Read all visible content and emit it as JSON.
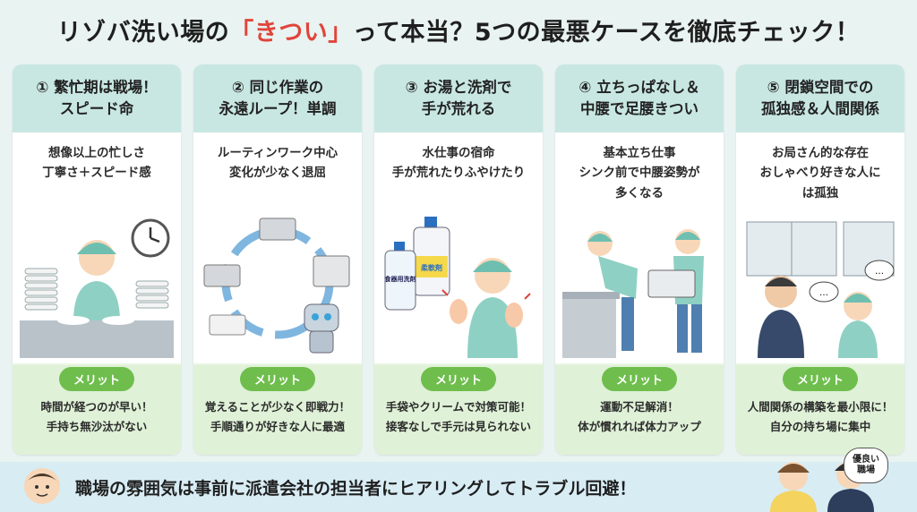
{
  "title": {
    "pre": "リゾバ洗い場の",
    "accent": "「きつい」",
    "post": "って本当？5つの最悪ケースを徹底チェック！"
  },
  "cards": [
    {
      "head": [
        "① 繁忙期は戦場！",
        "スピード命"
      ],
      "desc": [
        "想像以上の忙しさ",
        "丁寧さ＋スピード感"
      ],
      "merit_label": "メリット",
      "merit": [
        "時間が経つのが早い！",
        "手持ち無沙汰がない"
      ]
    },
    {
      "head": [
        "② 同じ作業の",
        "永遠ループ！単調"
      ],
      "desc": [
        "ルーティンワーク中心",
        "変化が少なく退屈"
      ],
      "merit_label": "メリット",
      "merit": [
        "覚えることが少なく即戦力！",
        "手順通りが好きな人に最適"
      ]
    },
    {
      "head": [
        "③ お湯と洗剤で",
        "手が荒れる"
      ],
      "desc": [
        "水仕事の宿命",
        "手が荒れたりふやけたり"
      ],
      "labels": [
        "柔軟剤",
        "食器用洗剤"
      ],
      "merit_label": "メリット",
      "merit": [
        "手袋やクリームで対策可能！",
        "接客なしで手元は見られない"
      ]
    },
    {
      "head": [
        "④ 立ちっぱなし＆",
        "中腰で足腰きつい"
      ],
      "desc": [
        "基本立ち仕事",
        "シンク前で中腰姿勢が",
        "多くなる"
      ],
      "merit_label": "メリット",
      "merit": [
        "運動不足解消！",
        "体が慣れれば体力アップ"
      ]
    },
    {
      "head": [
        "⑤ 閉鎖空間での",
        "孤独感＆人間関係"
      ],
      "desc": [
        "お局さん的な存在",
        "おしゃべり好きな人に",
        "は孤独"
      ],
      "merit_label": "メリット",
      "merit": [
        "人間関係の構築を最小限に！",
        "自分の持ち場に集中"
      ]
    }
  ],
  "bottom": {
    "text": "職場の雰囲気は事前に派遣会社の担当者にヒアリングしてトラブル回避！",
    "bubble": [
      "優良い",
      "職場"
    ]
  },
  "colors": {
    "accent": "#e0453a",
    "card_head": "#c8e7e2",
    "merit_badge": "#6fbe4d",
    "merit_bg": "#dff1d7",
    "bottom_bg": "#d8ecf4",
    "page_bg": "#e9f3f1"
  },
  "icons": [
    "clock-icon",
    "dish-stack-icon",
    "worker-icon",
    "sink-icon",
    "loop-arrow-icon",
    "dishwasher-icon",
    "robot-icon",
    "detergent-bottle-icon",
    "sore-hands-icon",
    "tray-icon",
    "coworker-icon",
    "speech-bubble-icon",
    "advisor-icon"
  ]
}
